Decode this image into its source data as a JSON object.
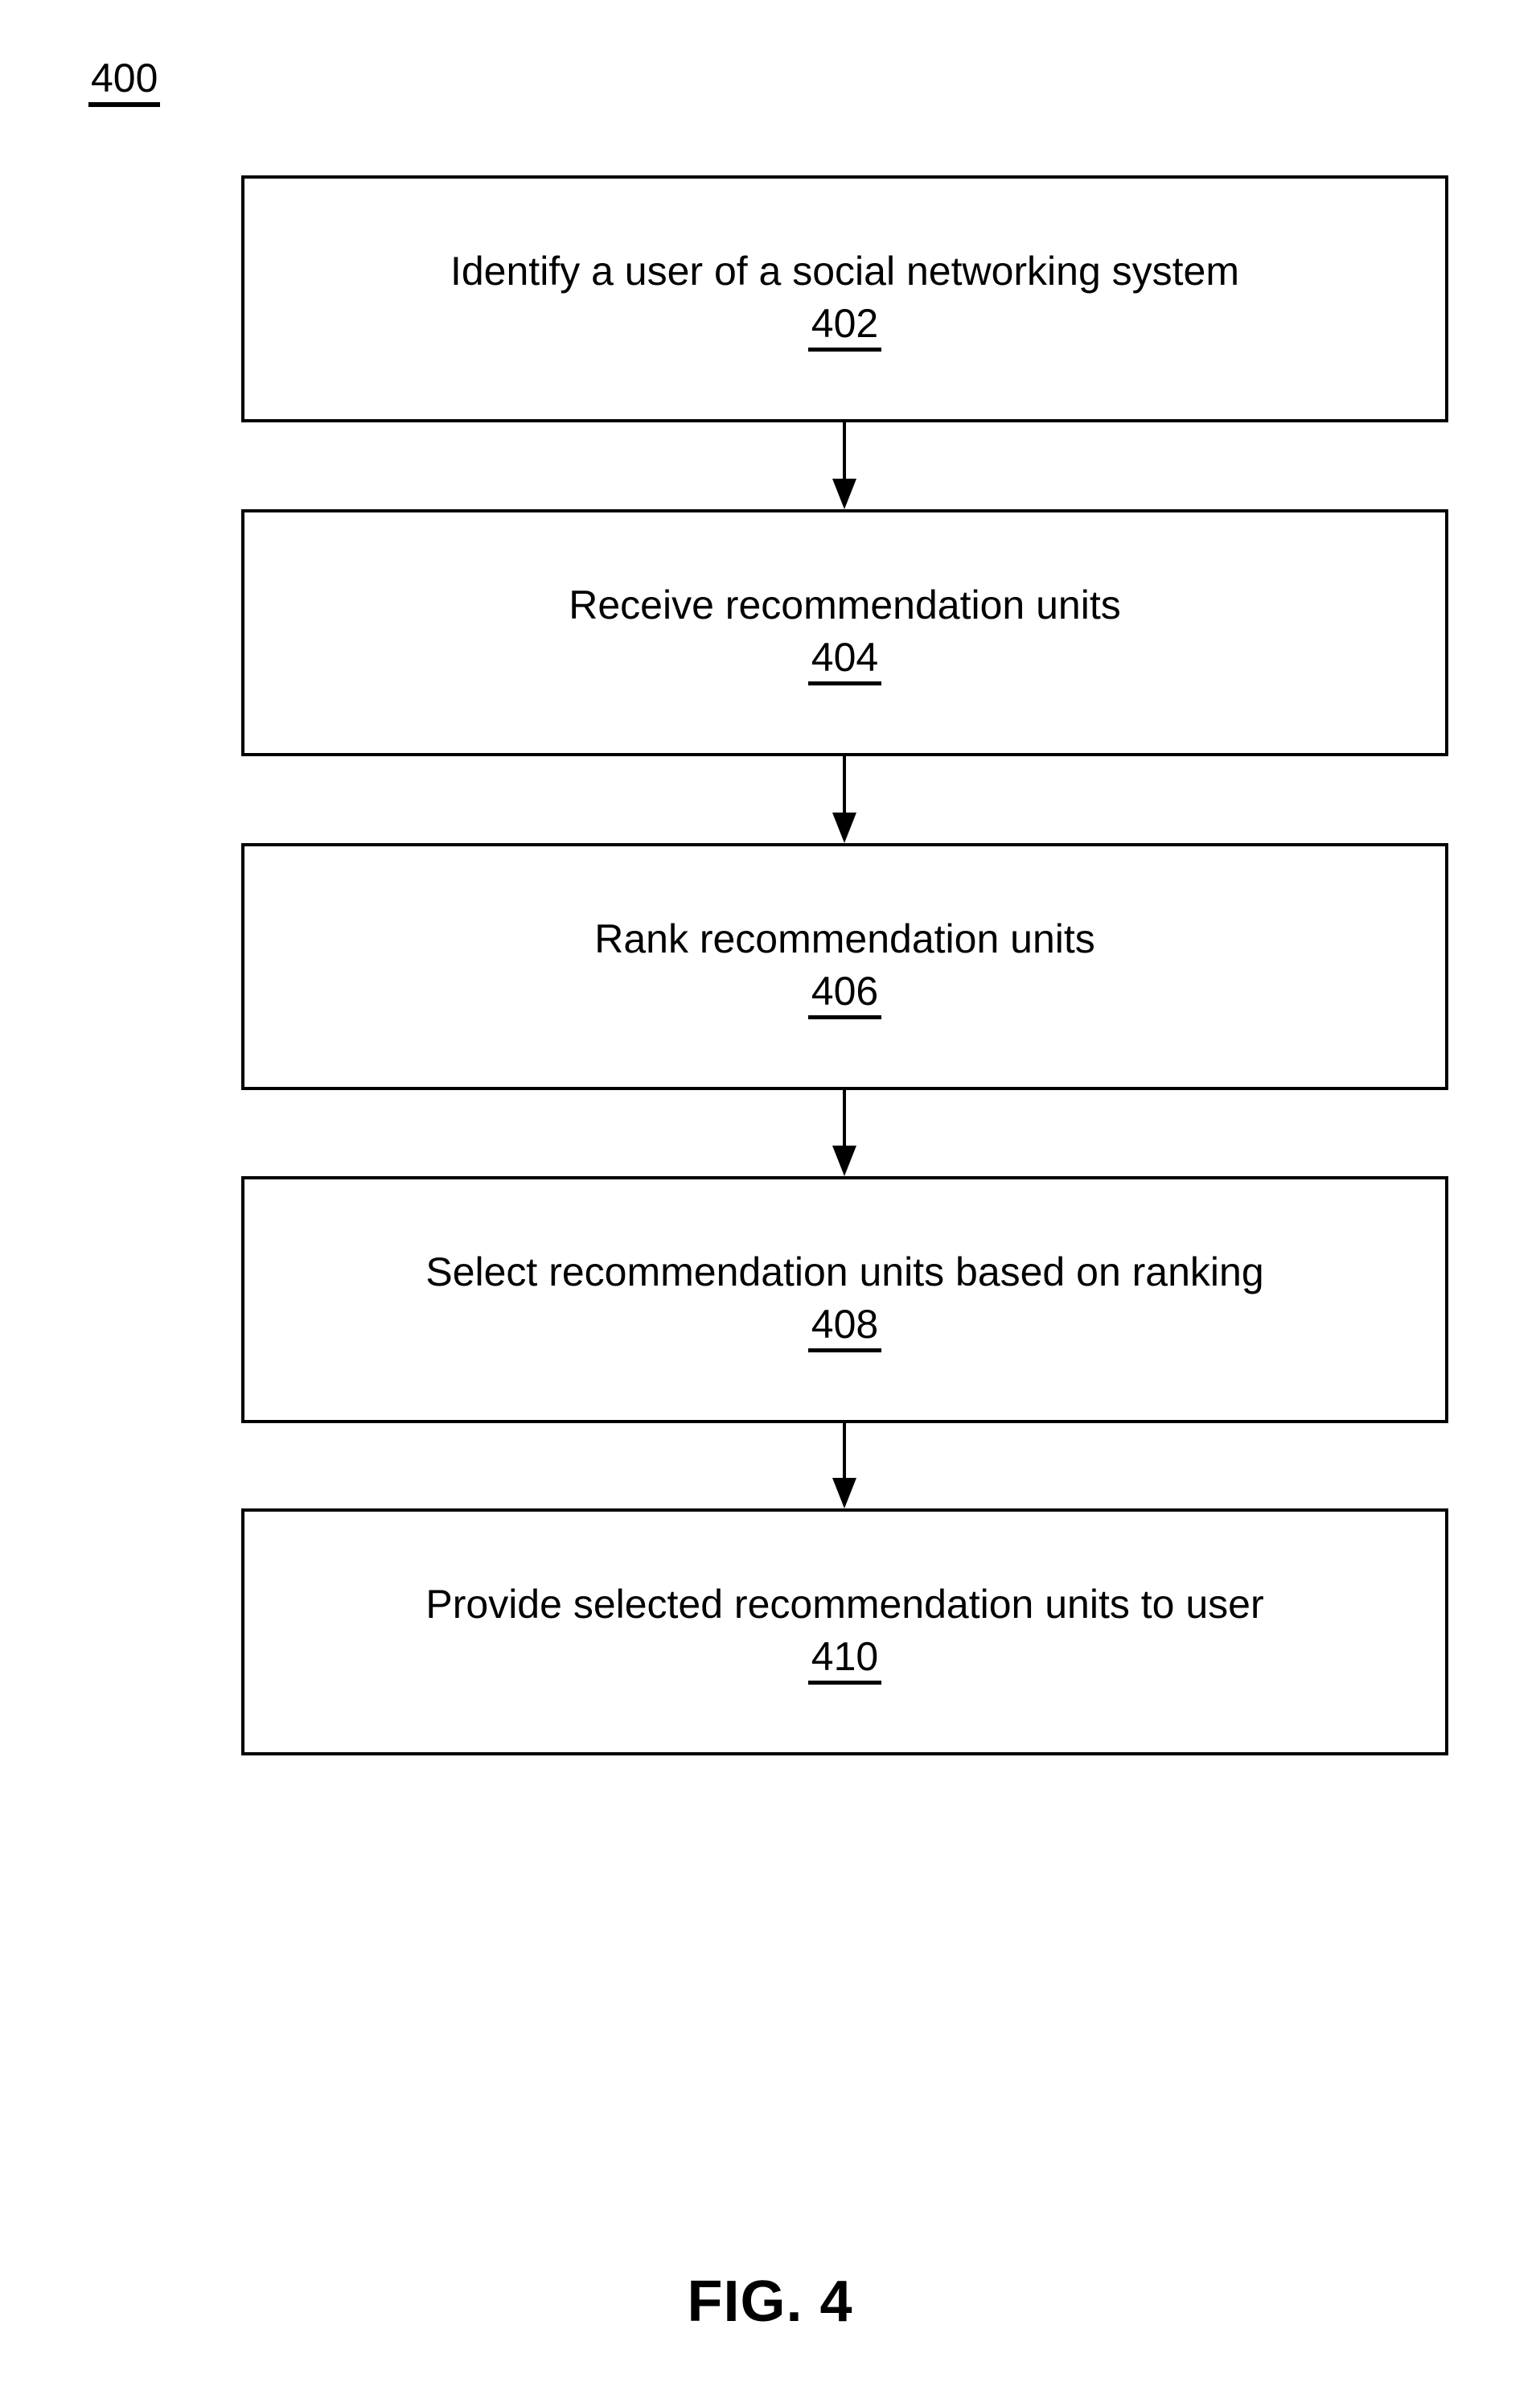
{
  "figure": {
    "reference_label": "400",
    "caption": "FIG. 4",
    "steps": [
      {
        "text": "Identify a user of a social networking system",
        "ref": "402"
      },
      {
        "text": "Receive recommendation units",
        "ref": "404"
      },
      {
        "text": "Rank recommendation units",
        "ref": "406"
      },
      {
        "text": "Select recommendation units based on ranking",
        "ref": "408"
      },
      {
        "text": "Provide selected recommendation units to user",
        "ref": "410"
      }
    ]
  },
  "colors": {
    "ink": "#000000",
    "background": "#ffffff"
  }
}
